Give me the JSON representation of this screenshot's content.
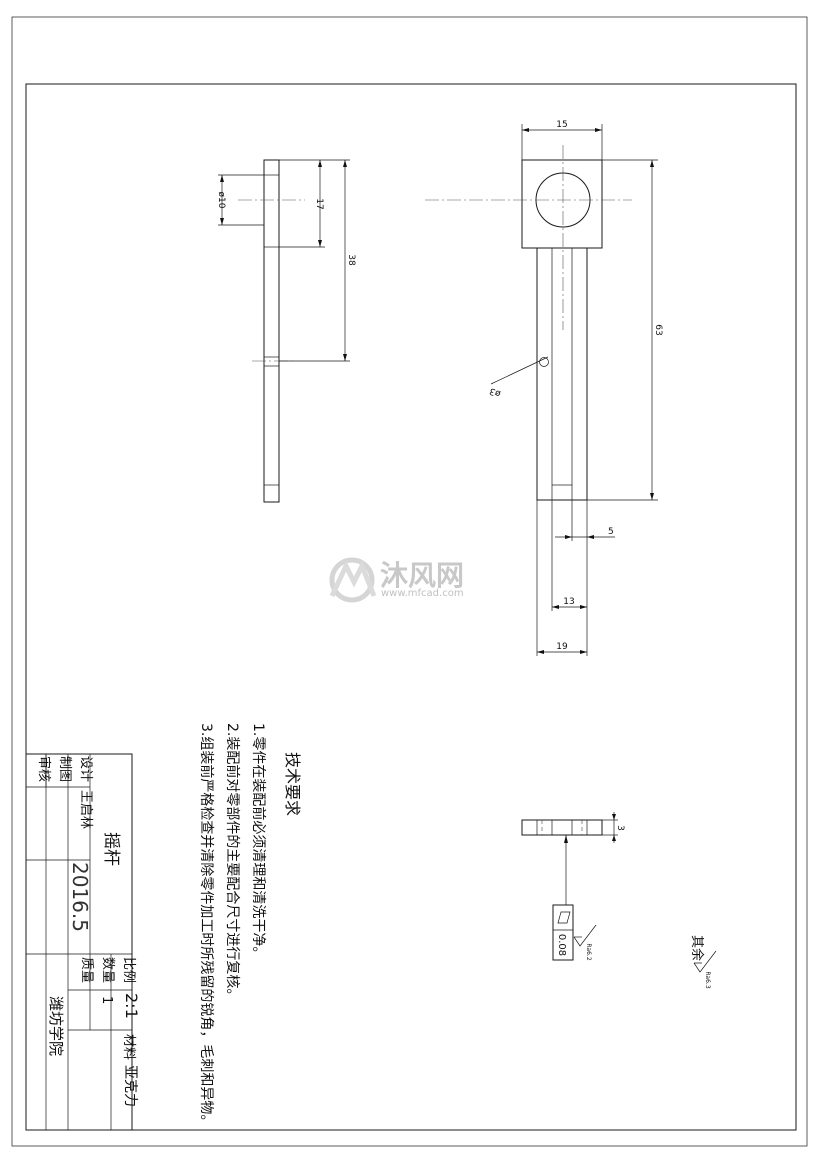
{
  "dimensions": {
    "width_15": "15",
    "height_63": "63",
    "dia_10": "ø10",
    "len_17": "17",
    "len_38": "38",
    "dia_3": "ø3",
    "width_5": "5",
    "width_13": "13",
    "width_19": "19",
    "thick_3": "3"
  },
  "surface": {
    "roughness_2": "Ra6.2",
    "roughness_rest": "Ra6.3",
    "rest_label": "其余",
    "flatness_value": "0.08"
  },
  "tech_notes": {
    "title": "技术要求",
    "items": [
      "1.零件在装配前必须清理和清洗干净。",
      "2.装配前对零部件的主要配合尺寸进行复核。",
      "3.组装前严格检查并清除零件加工时所残留的锐角，毛刺和异物。"
    ]
  },
  "title_block": {
    "part_name": "摇杆",
    "designer_label": "设计",
    "designer": "王启林",
    "drafter_label": "制图",
    "reviewer_label": "审核",
    "date": "2016.5",
    "scale_label": "比例",
    "scale": "2:1",
    "quantity_label": "数量",
    "quantity": "1",
    "mass_label": "质量",
    "material_label": "材料",
    "material": "亚克力",
    "school": "潍坊学院"
  },
  "watermark": {
    "name": "沐风网",
    "url": "www.mfcad.com"
  }
}
